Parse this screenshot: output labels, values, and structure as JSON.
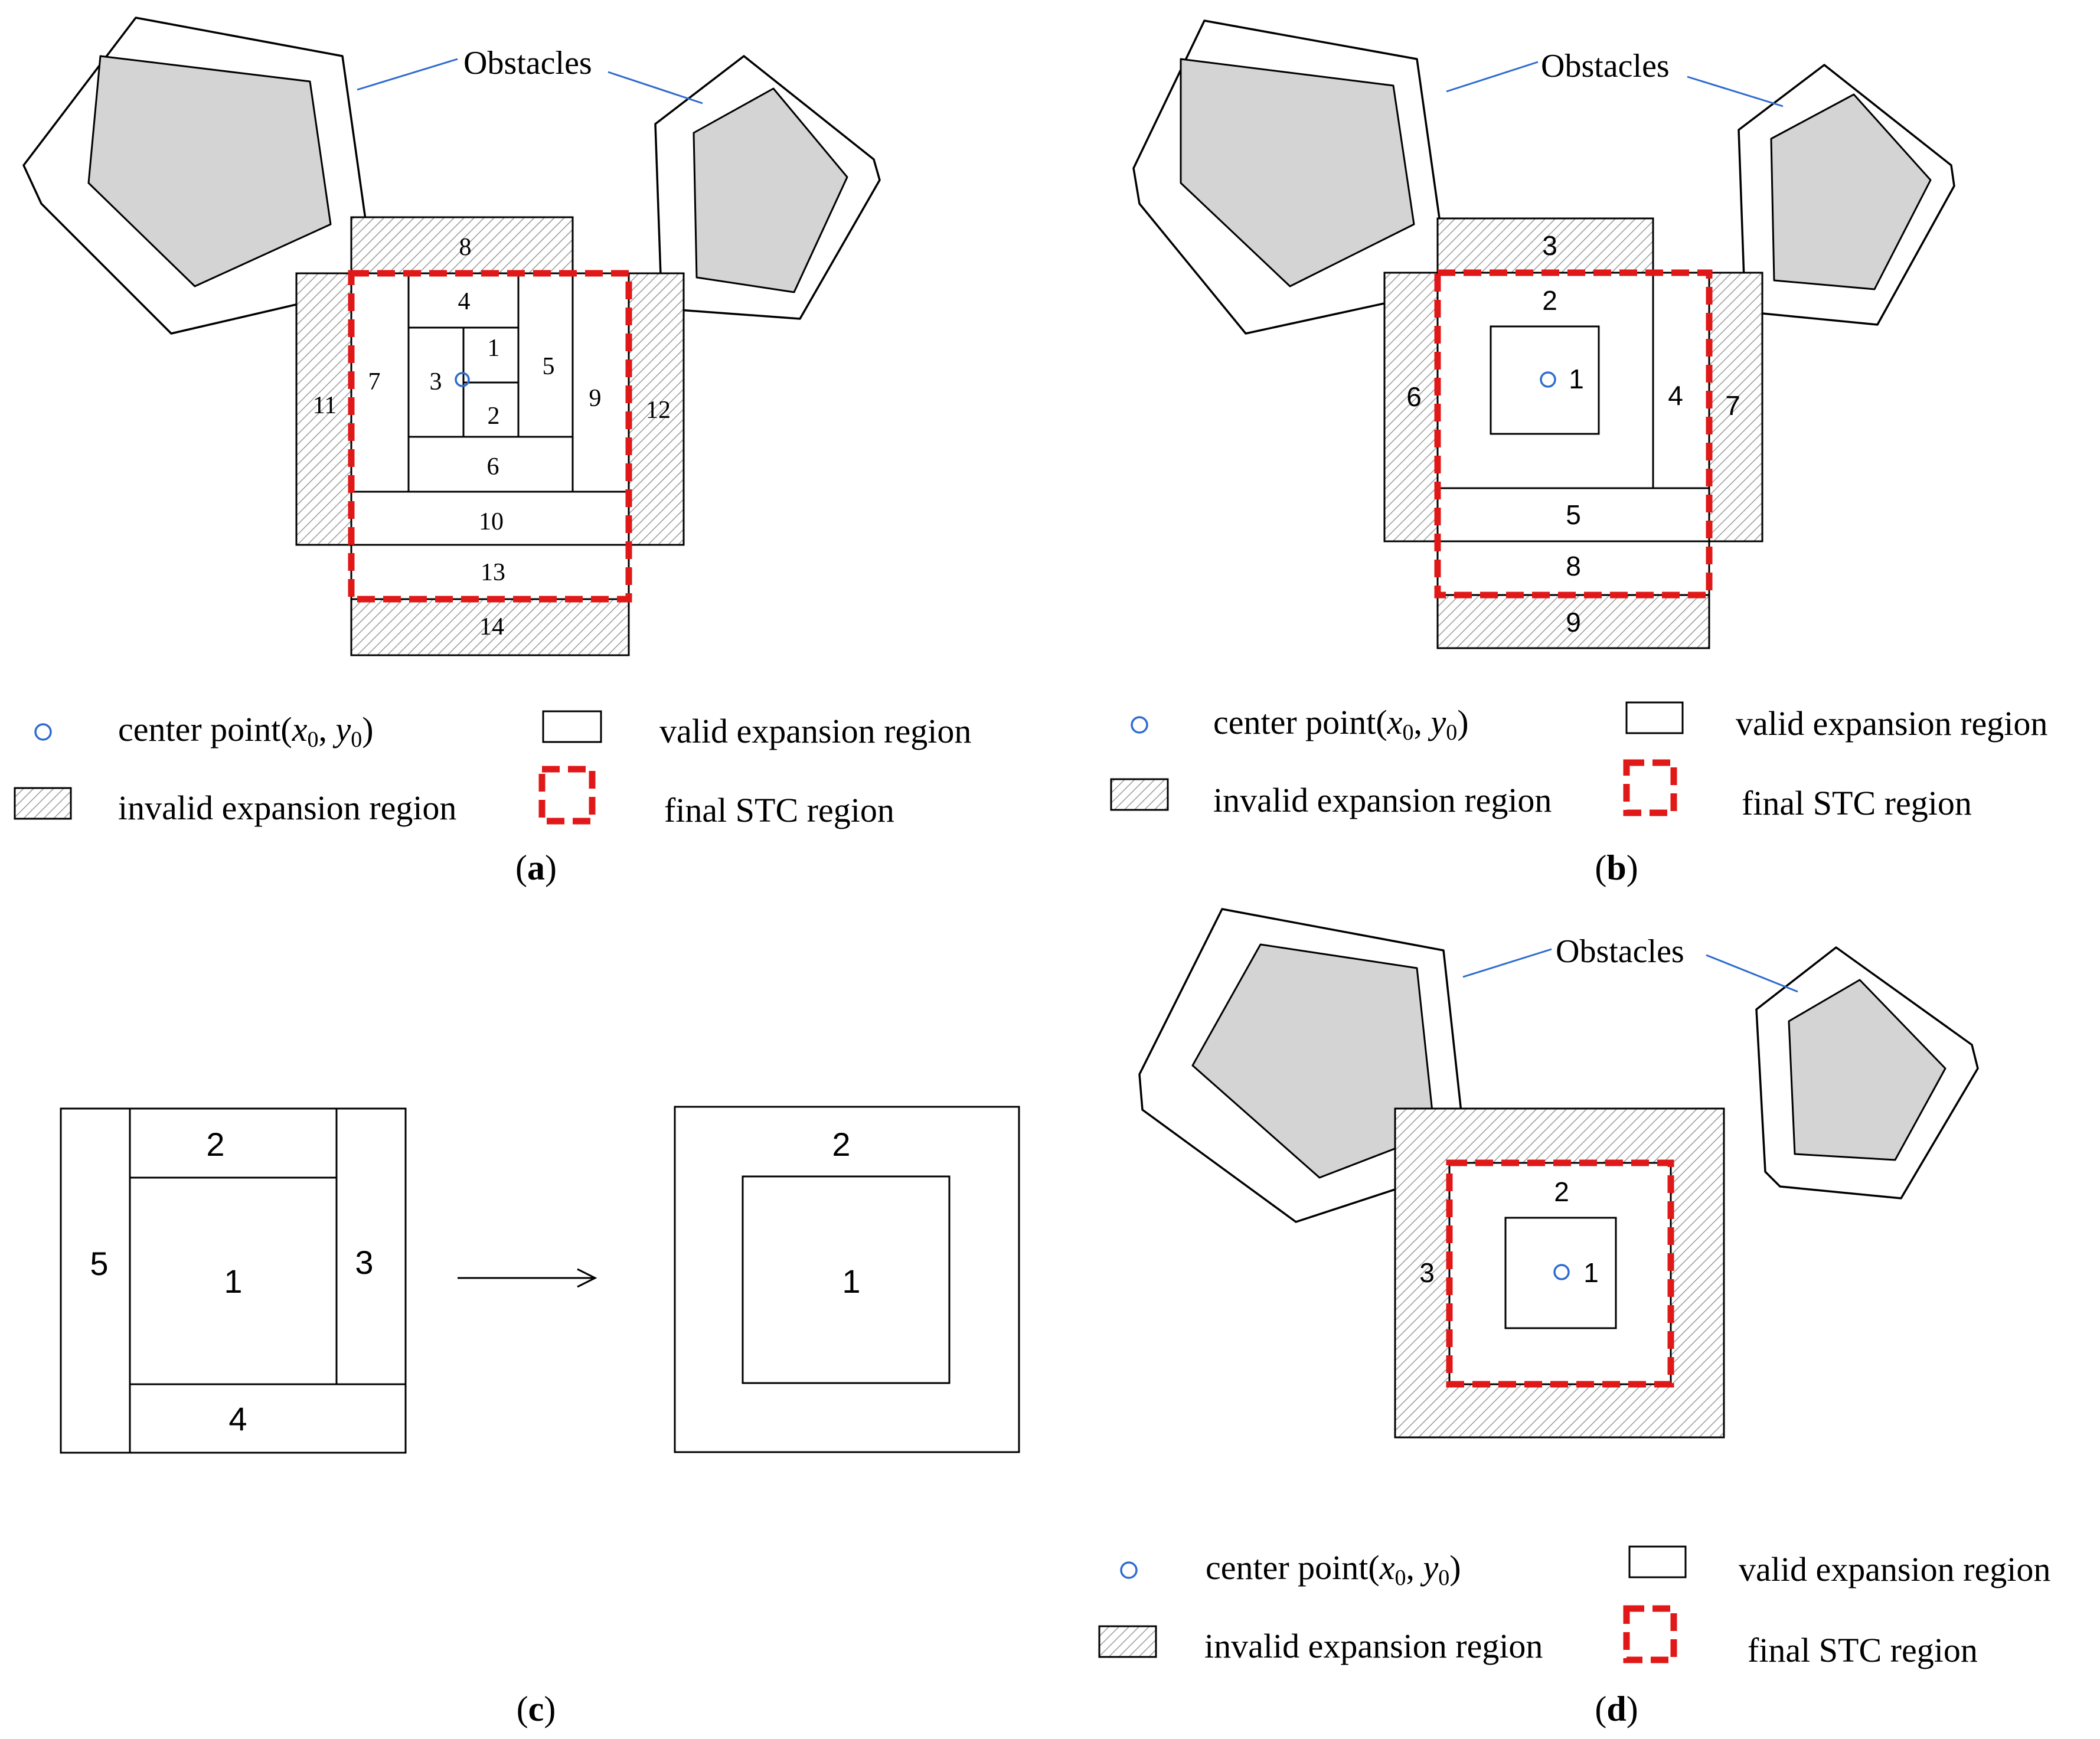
{
  "obstacles_label": "Obstacles",
  "legend": {
    "center_point_prefix": "center point(",
    "x_var": "x",
    "x_sub": "0",
    "sep": ",  ",
    "y_var": "y",
    "y_sub": "0",
    "center_point_suffix": ")",
    "valid": "valid expansion region",
    "invalid": "invalid expansion region",
    "final": "final  STC region"
  },
  "panels": {
    "a": {
      "label_open": "(",
      "label_letter": "a",
      "label_close": ")",
      "regions": [
        "1",
        "2",
        "3",
        "4",
        "5",
        "6",
        "7",
        "8",
        "9",
        "10",
        "11",
        "12",
        "13",
        "14"
      ]
    },
    "b": {
      "label_open": "(",
      "label_letter": "b",
      "label_close": ")",
      "regions": [
        "1",
        "2",
        "3",
        "4",
        "5",
        "6",
        "7",
        "8",
        "9"
      ]
    },
    "c": {
      "label_open": "(",
      "label_letter": "c",
      "label_close": ")",
      "left_regions": [
        "1",
        "2",
        "3",
        "4",
        "5"
      ],
      "right_regions": [
        "1",
        "2"
      ]
    },
    "d": {
      "label_open": "(",
      "label_letter": "d",
      "label_close": ")",
      "regions": [
        "1",
        "2",
        "3"
      ]
    }
  },
  "colors": {
    "stc_border": "#e01818",
    "center_point": "#2f6ccf",
    "obstacle_fill": "#d4d4d4",
    "hatch_fill": "#ffffff"
  }
}
